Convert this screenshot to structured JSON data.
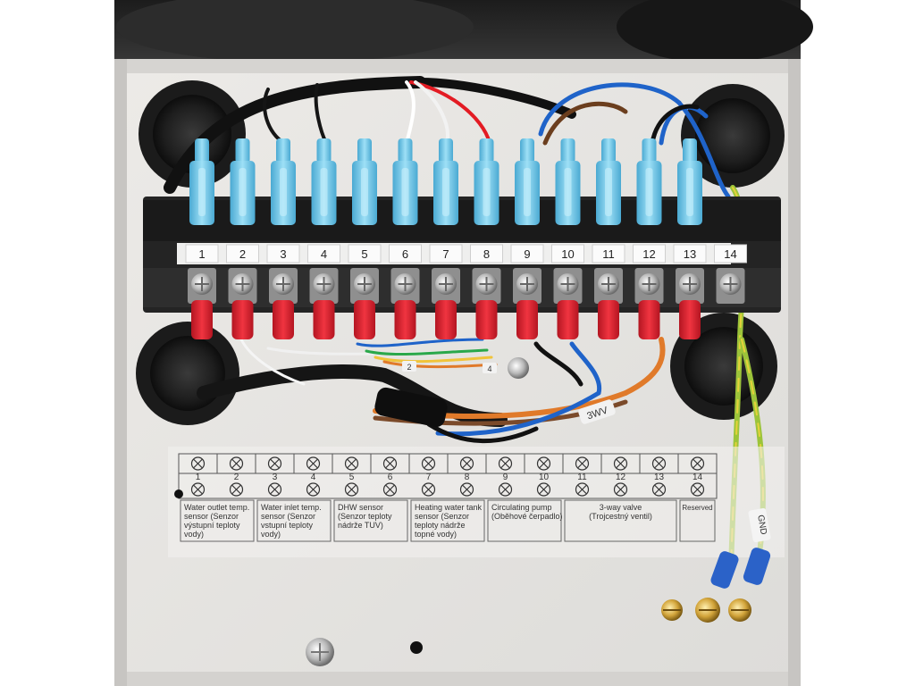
{
  "terminal_numbers": [
    "1",
    "2",
    "3",
    "4",
    "5",
    "6",
    "7",
    "8",
    "9",
    "10",
    "11",
    "12",
    "13",
    "14"
  ],
  "wire_tags": {
    "valve": "3WV",
    "ground": "GND",
    "small_a": "2",
    "small_b": "4"
  },
  "diagram": {
    "numbers": [
      "1",
      "2",
      "3",
      "4",
      "5",
      "6",
      "7",
      "8",
      "9",
      "10",
      "11",
      "12",
      "13",
      "14"
    ],
    "labels": [
      {
        "lines": [
          "Water outlet temp.",
          "sensor (Senzor",
          "výstupní teploty",
          "vody)"
        ]
      },
      {
        "lines": [
          "Water inlet temp.",
          "sensor (Senzor",
          "vstupní teploty",
          "vody)"
        ]
      },
      {
        "lines": [
          "DHW sensor",
          "(Senzor teploty",
          "nádrže TUV)"
        ]
      },
      {
        "lines": [
          "Heating water tank",
          "sensor (Senzor",
          "teploty nádrže",
          "topné vody)"
        ]
      },
      {
        "lines": [
          "Circulating pump",
          "(Oběhové  čerpadlo)"
        ]
      },
      {
        "lines": [
          "3-way valve",
          "(Trojcestný ventil)"
        ]
      },
      {
        "lines": [
          "Reserved"
        ]
      }
    ]
  },
  "colors": {
    "panel": "#e6e6e4",
    "terminal_block": "#2a2a2a",
    "blue_connector": "#6ec6e6",
    "red_connector": "#e0222e",
    "ground_wire": "#9cc43a",
    "label_strip": "#f4f4f4"
  }
}
